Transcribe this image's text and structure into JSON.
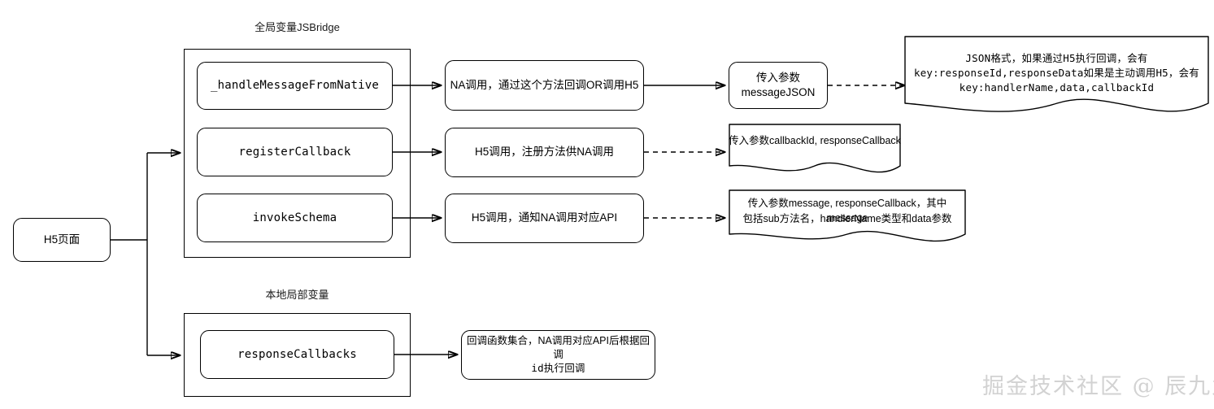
{
  "diagram": {
    "title_global": "全局变量JSBridge",
    "title_local": "本地局部变量",
    "entry": {
      "label": "H5页面"
    },
    "global_methods": [
      {
        "name": "_handleMessageFromNative"
      },
      {
        "name": "registerCallback"
      },
      {
        "name": "invokeSchema"
      }
    ],
    "local_methods": [
      {
        "name": "responseCallbacks"
      }
    ],
    "descriptions": [
      {
        "text": "NA调用，通过这个方法回调OR调用H5"
      },
      {
        "text": "H5调用，注册方法供NA调用"
      },
      {
        "text": "H5调用，通知NA调用对应API"
      }
    ],
    "local_description": {
      "line1": "回调函数集合，NA调用对应API后根据回调",
      "line2": "id执行回调"
    },
    "params": {
      "message_json": {
        "line1": "传入参数",
        "line2": "messageJSON"
      },
      "callback_doc": {
        "text": "传入参数callbackId, responseCallback"
      },
      "message_doc": {
        "line1": "传入参数message, responseCallback，其中message",
        "line2": "包括sub方法名，handlerName类型和data参数"
      },
      "json_doc": {
        "line1": "JSON格式，如果通过H5执行回调，会有",
        "line2": "key:responseId,responseData如果是主动调用H5，会有",
        "line3": "key:handlerName,data,callbackId"
      }
    },
    "watermark": "掘金技术社区 @ 辰九九",
    "colors": {
      "stroke": "#000000",
      "background": "#ffffff",
      "watermark": "#d2d2d2"
    }
  }
}
